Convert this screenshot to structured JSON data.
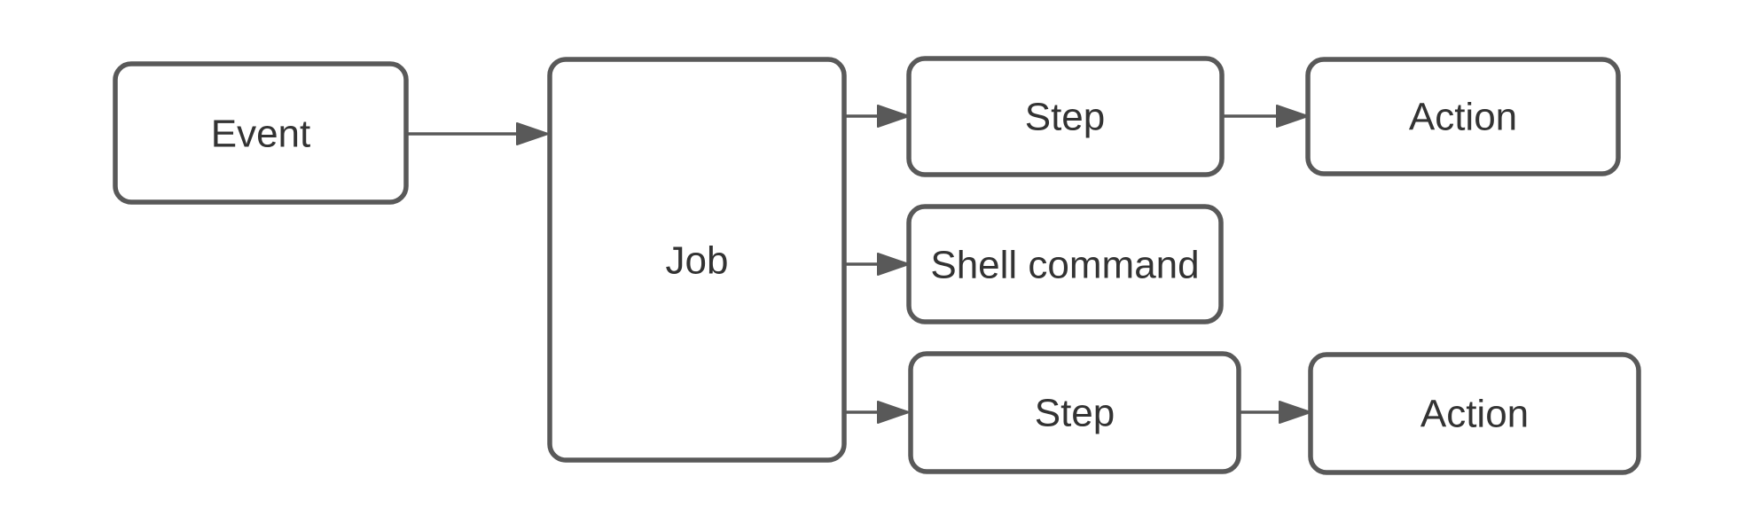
{
  "diagram": {
    "type": "flowchart",
    "nodes": {
      "event": {
        "label": "Event"
      },
      "job": {
        "label": "Job"
      },
      "step_top": {
        "label": "Step"
      },
      "action_top": {
        "label": "Action"
      },
      "shell_command": {
        "label": "Shell command"
      },
      "step_bottom": {
        "label": "Step"
      },
      "action_bottom": {
        "label": "Action"
      }
    },
    "edges": [
      {
        "from": "event",
        "to": "job"
      },
      {
        "from": "job",
        "to": "step_top"
      },
      {
        "from": "step_top",
        "to": "action_top"
      },
      {
        "from": "job",
        "to": "shell_command"
      },
      {
        "from": "job",
        "to": "step_bottom"
      },
      {
        "from": "step_bottom",
        "to": "action_bottom"
      }
    ],
    "colors": {
      "node_border": "#595959",
      "node_fill": "#ffffff",
      "text": "#333333",
      "arrow": "#595959",
      "background": "#ffffff"
    }
  }
}
